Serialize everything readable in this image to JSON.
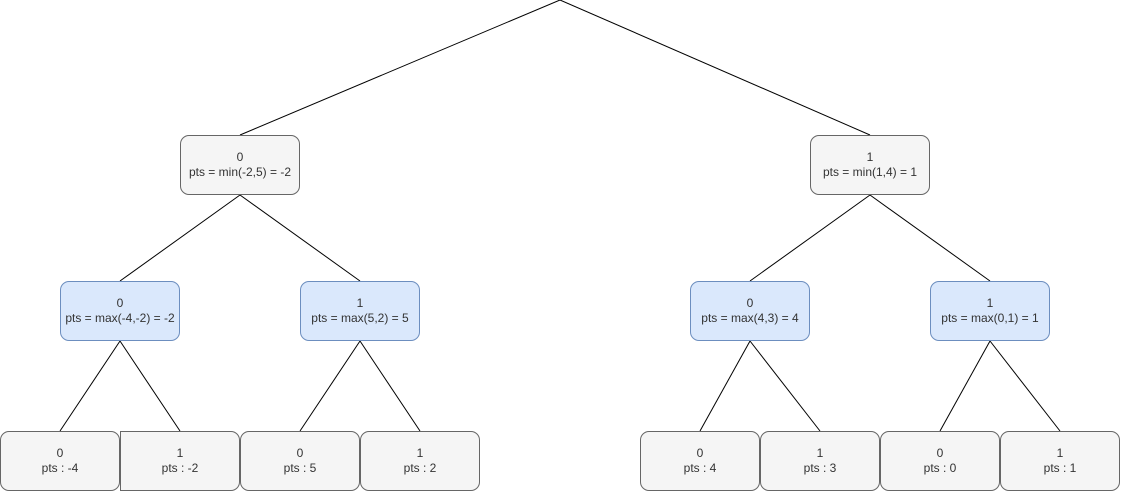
{
  "tree": {
    "level1": [
      {
        "label": "0",
        "pts": "pts = min(-2,5) = -2"
      },
      {
        "label": "1",
        "pts": "pts = min(1,4) = 1"
      }
    ],
    "level2": [
      {
        "label": "0",
        "pts": "pts = max(-4,-2) = -2"
      },
      {
        "label": "1",
        "pts": "pts = max(5,2) = 5"
      },
      {
        "label": "0",
        "pts": "pts = max(4,3) = 4"
      },
      {
        "label": "1",
        "pts": "pts = max(0,1) = 1"
      }
    ],
    "leaves": [
      {
        "label": "0",
        "pts": "pts : -4"
      },
      {
        "label": "1",
        "pts": "pts : -2"
      },
      {
        "label": "0",
        "pts": "pts : 5"
      },
      {
        "label": "1",
        "pts": "pts : 2"
      },
      {
        "label": "0",
        "pts": "pts : 4"
      },
      {
        "label": "1",
        "pts": "pts : 3"
      },
      {
        "label": "0",
        "pts": "pts : 0"
      },
      {
        "label": "1",
        "pts": "pts : 1"
      }
    ]
  },
  "colors": {
    "min_node_fill": "#f5f5f5",
    "max_node_fill": "#dae8fc",
    "max_node_stroke": "#6c8ebf",
    "edge": "#000000"
  }
}
